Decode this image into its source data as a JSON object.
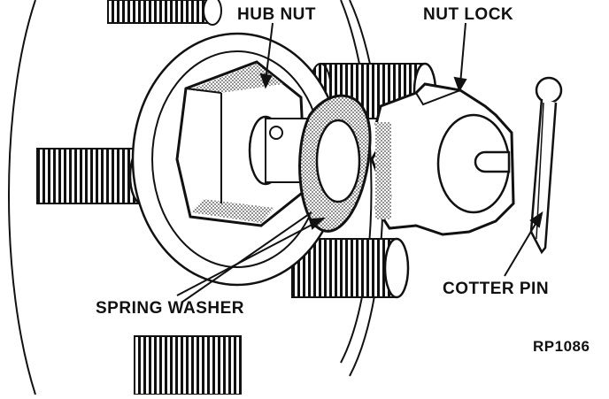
{
  "labels": {
    "hub_nut": "HUB NUT",
    "nut_lock": "NUT LOCK",
    "cotter_pin": "COTTER PIN",
    "spring_washer": "SPRING WASHER",
    "figure_code": "RP1086"
  },
  "colors": {
    "ink": "#111111",
    "paper": "#ffffff",
    "shade": "#9a9a9a"
  }
}
